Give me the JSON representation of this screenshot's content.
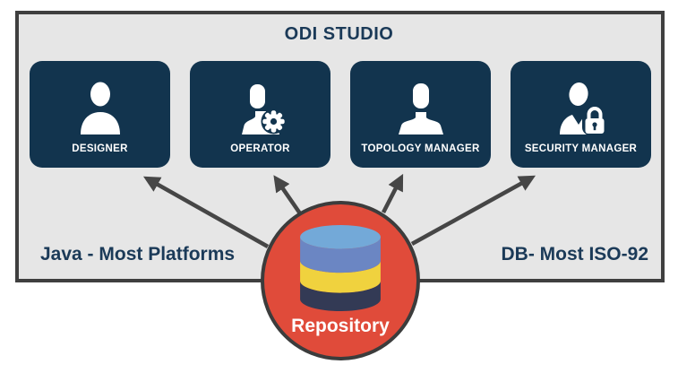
{
  "title": "ODI STUDIO",
  "modules": [
    {
      "label": "DESIGNER",
      "icon": "person-icon"
    },
    {
      "label": "OPERATOR",
      "icon": "person-gear-icon"
    },
    {
      "label": "TOPOLOGY MANAGER",
      "icon": "person-bust-icon"
    },
    {
      "label": "SECURITY MANAGER",
      "icon": "person-lock-icon"
    }
  ],
  "notes": {
    "left": "Java - Most Platforms",
    "right": "DB- Most ISO-92"
  },
  "repository": {
    "label": "Repository",
    "icon": "database-icon"
  },
  "colors": {
    "panel_bg": "#e6e6e6",
    "panel_border": "#3f3f3f",
    "module_bg": "#12344e",
    "module_text": "#ffffff",
    "heading_text": "#1b3a58",
    "arrow": "#464646",
    "repo_bg": "#e04b3a",
    "repo_border": "#3c3c3c",
    "repo_text": "#ffffff",
    "db_top": "#73a9d8",
    "db_band_blue": "#6b86c3",
    "db_band_yellow": "#f0d23e",
    "db_band_dark": "#333a55"
  }
}
